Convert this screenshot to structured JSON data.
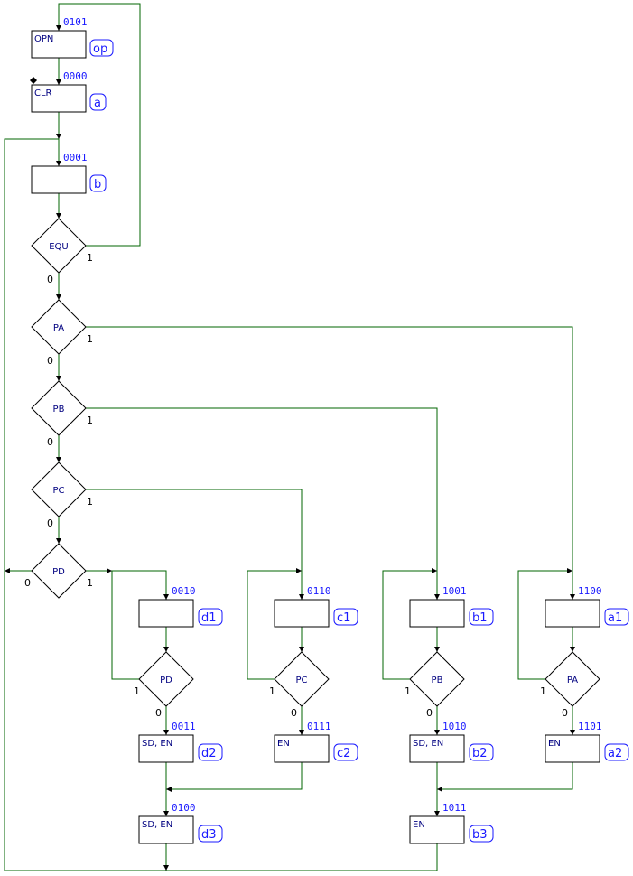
{
  "states": [
    {
      "id": "op",
      "tag": "op",
      "code": "0101",
      "action": "OPN"
    },
    {
      "id": "a",
      "tag": "a",
      "code": "0000",
      "action": "CLR"
    },
    {
      "id": "b",
      "tag": "b",
      "code": "0001",
      "action": ""
    },
    {
      "id": "d1",
      "tag": "d1",
      "code": "0010",
      "action": ""
    },
    {
      "id": "c1",
      "tag": "c1",
      "code": "0110",
      "action": ""
    },
    {
      "id": "b1",
      "tag": "b1",
      "code": "1001",
      "action": ""
    },
    {
      "id": "a1",
      "tag": "a1",
      "code": "1100",
      "action": ""
    },
    {
      "id": "d2",
      "tag": "d2",
      "code": "0011",
      "action": "SD, EN"
    },
    {
      "id": "c2",
      "tag": "c2",
      "code": "0111",
      "action": "EN"
    },
    {
      "id": "b2",
      "tag": "b2",
      "code": "1010",
      "action": "SD, EN"
    },
    {
      "id": "a2",
      "tag": "a2",
      "code": "1101",
      "action": "EN"
    },
    {
      "id": "d3",
      "tag": "d3",
      "code": "0100",
      "action": "SD, EN"
    },
    {
      "id": "b3",
      "tag": "b3",
      "code": "1011",
      "action": "EN"
    }
  ],
  "decisions": [
    {
      "id": "equ",
      "cond": "EQU",
      "true_label": "1",
      "false_label": "0"
    },
    {
      "id": "pa",
      "cond": "PA",
      "true_label": "1",
      "false_label": "0"
    },
    {
      "id": "pb",
      "cond": "PB",
      "true_label": "1",
      "false_label": "0"
    },
    {
      "id": "pc",
      "cond": "PC",
      "true_label": "1",
      "false_label": "0"
    },
    {
      "id": "pd",
      "cond": "PD",
      "true_label": "1",
      "false_label": "0"
    },
    {
      "id": "pd2",
      "cond": "PD",
      "true_label": "1",
      "false_label": "0"
    },
    {
      "id": "pc2",
      "cond": "PC",
      "true_label": "1",
      "false_label": "0"
    },
    {
      "id": "pb2",
      "cond": "PB",
      "true_label": "1",
      "false_label": "0"
    },
    {
      "id": "pa2",
      "cond": "PA",
      "true_label": "1",
      "false_label": "0"
    }
  ],
  "colors": {
    "wire": "#006400",
    "code": "#1a1aff",
    "action": "#000080",
    "outline": "#000000"
  }
}
